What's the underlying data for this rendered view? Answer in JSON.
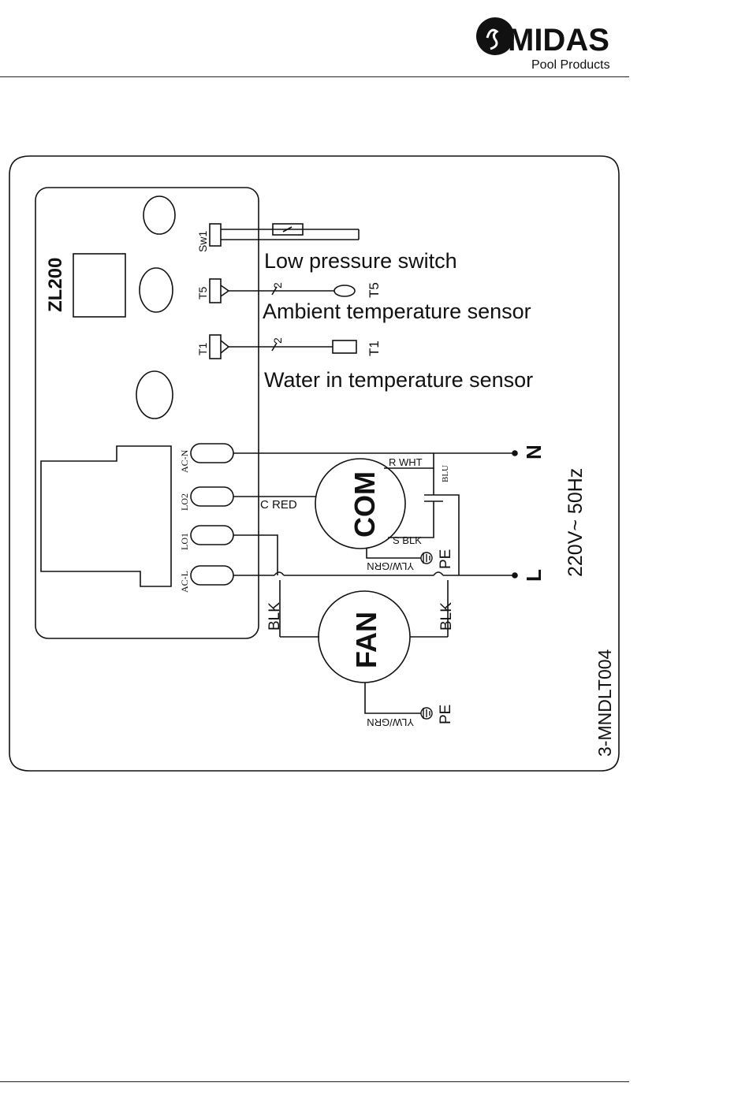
{
  "header": {
    "logo": {
      "brand": "MIDAS",
      "tagline": "Pool Products"
    }
  },
  "diagram": {
    "board_label": "ZL200",
    "sw1_terminal": "Sw1",
    "t5_terminal": "T5",
    "t1_terminal": "T1",
    "low_pressure_switch": "Low pressure switch",
    "ambient_sensor": "Ambient temperature sensor",
    "water_in_sensor": "Water in temperature sensor",
    "t5_sensor_tag": "T5",
    "t1_sensor_tag": "T1",
    "wire_count_t5": "2",
    "wire_count_t1": "2",
    "term_acn": "AC-N",
    "term_lo2": "LO2",
    "term_lo1": "LO1",
    "term_acl": "AC-L",
    "com_label": "COM",
    "com_c": "C RED",
    "com_r": "R WHT",
    "com_s": "S BLK",
    "blu_label": "BLU",
    "pe_com": "PE",
    "ylw_grn_com": "YLW/GRN",
    "fan_label": "FAN",
    "blk_left": "BLK",
    "blk_right": "BLK",
    "pe_fan": "PE",
    "ylw_grn_fan": "YLW/GRN",
    "supply_n": "N",
    "supply_l": "L",
    "supply_voltage": "220V~ 50Hz",
    "drawing_code": "3-MNDLT004"
  }
}
